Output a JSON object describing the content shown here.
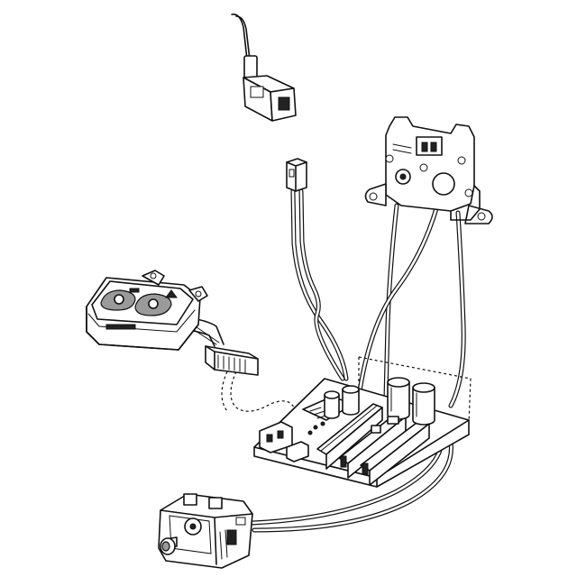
{
  "diagram": {
    "components": [
      {
        "id": "sensor",
        "icon": "sensor-module-icon"
      },
      {
        "id": "bracket",
        "icon": "mounting-bracket-icon"
      },
      {
        "id": "jst-connector",
        "icon": "connector-plug-icon"
      },
      {
        "id": "keypad",
        "icon": "button-keypad-icon"
      },
      {
        "id": "ribbon-connector",
        "icon": "ribbon-connector-icon"
      },
      {
        "id": "controller-board",
        "icon": "circuit-board-icon"
      },
      {
        "id": "switch",
        "icon": "rotary-switch-icon"
      }
    ],
    "colors": {
      "line": "#111111",
      "background": "#ffffff",
      "shade": "#9a9a9a"
    }
  }
}
